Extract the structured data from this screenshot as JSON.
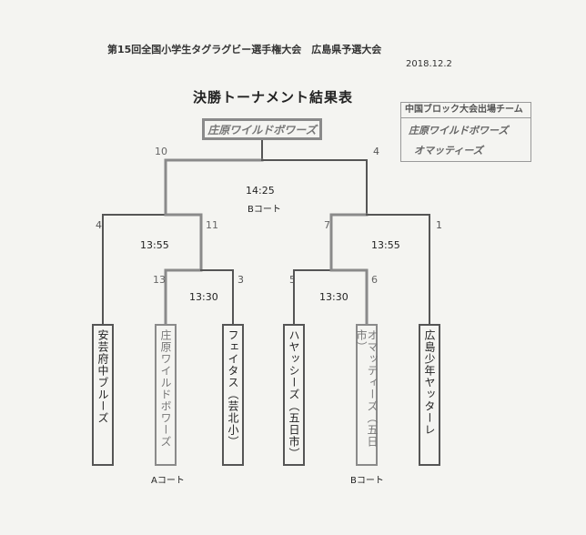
{
  "header": {
    "line": "第15回全国小学生タグラグビー選手権大会　広島県予選大会",
    "date": "2018.12.2",
    "title": "決勝トーナメント結果表"
  },
  "champion": "庄原ワイルドボワーズ",
  "legend": {
    "title": "中国ブロック大会出場チーム",
    "items": [
      "庄原ワイルドボワーズ",
      "オマッティーズ"
    ]
  },
  "teams": [
    "安芸府中ブルーズ",
    "庄原ワイルドボワーズ",
    "フェイタス（芸北小）",
    "ハヤッシーズ（五日市）",
    "オマッティーズ（五日市）",
    "広島少年ヤッターレ"
  ],
  "matches": {
    "final": {
      "score_left": "10",
      "score_right": "4",
      "time": "14:25",
      "court": "Bコート"
    },
    "semi_left": {
      "score_left": "4",
      "score_right": "11",
      "time": "13:55"
    },
    "semi_right": {
      "score_left": "7",
      "score_right": "1",
      "time": "13:55"
    },
    "qf_left": {
      "score_left": "13",
      "score_right": "3",
      "time": "13:30"
    },
    "qf_right": {
      "score_left": "5",
      "score_right": "6",
      "time": "13:30"
    }
  },
  "courts": {
    "left": "Aコート",
    "right": "Bコート"
  }
}
